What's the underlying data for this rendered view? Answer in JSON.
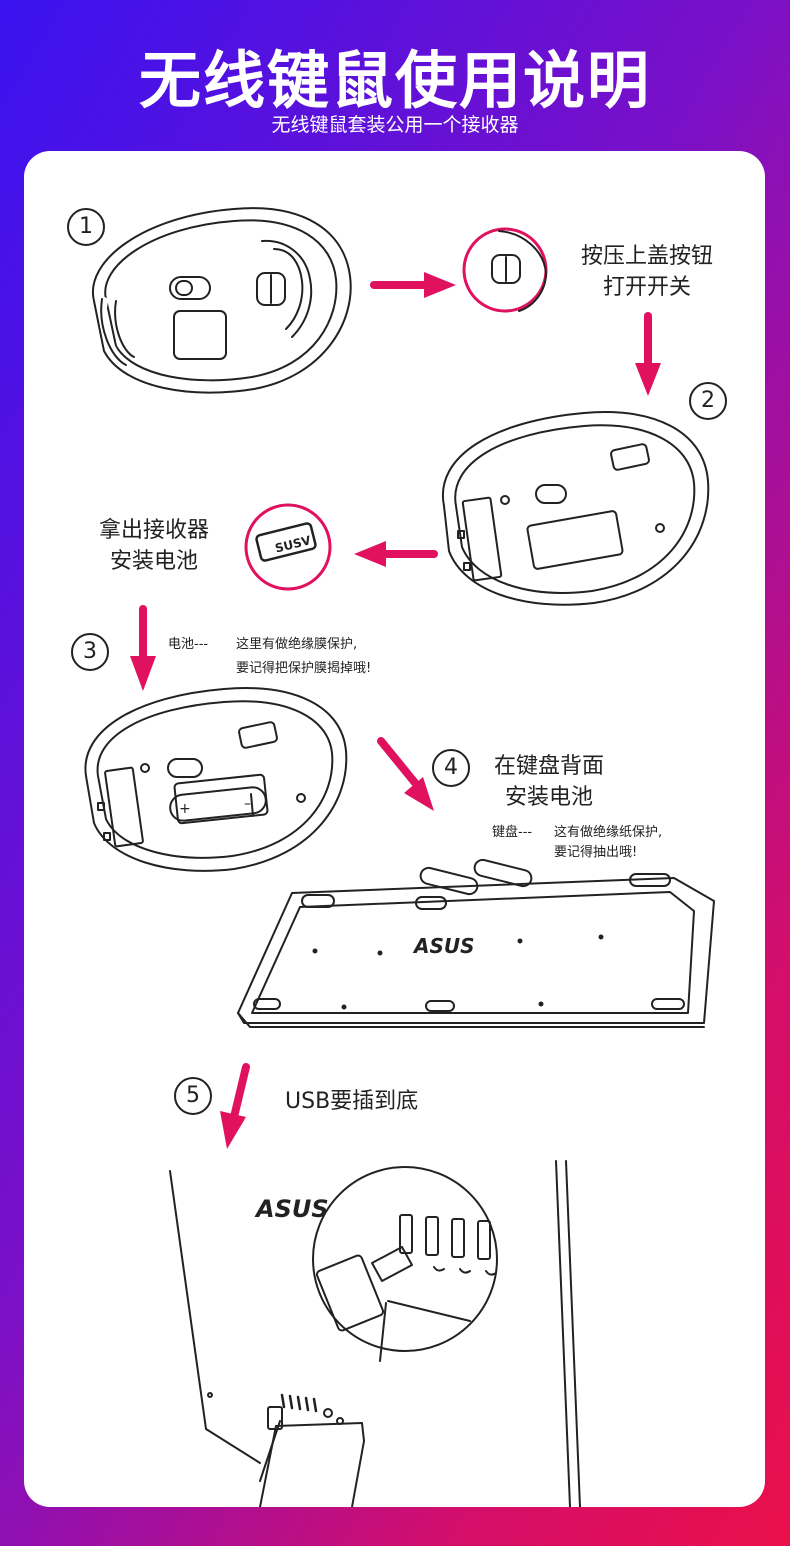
{
  "header": {
    "title": "无线键鼠使用说明",
    "subtitle": "无线键鼠套装公用一个接收器"
  },
  "steps": [
    {
      "number": "1",
      "label_lines": [
        "按压上盖按钮",
        "打开开关"
      ]
    },
    {
      "number": "2",
      "label_lines": [
        "拿出接收器",
        "安装电池"
      ]
    },
    {
      "number": "3",
      "note_prefix": "电池---",
      "note_lines": [
        "这里有做绝缘膜保护,",
        "要记得把保护膜揭掉哦!"
      ]
    },
    {
      "number": "4",
      "label_lines": [
        "在键盘背面",
        "安装电池"
      ],
      "note_prefix": "键盘---",
      "note_lines": [
        "这有做绝缘纸保护,",
        "要记得抽出哦!"
      ]
    },
    {
      "number": "5",
      "label": "USB要插到底"
    }
  ],
  "brand": {
    "logo_text": "ASUS"
  },
  "colors": {
    "accent": "#e0115f",
    "line": "#222222",
    "gradient_start": "#3a12f0",
    "gradient_end": "#ea0f4a"
  },
  "icons": [
    "mouse-bottom-icon",
    "switch-zoom-icon",
    "receiver-zoom-icon",
    "mouse-battery-icon",
    "keyboard-back-icon",
    "pc-usb-port-icon",
    "arrow-icon"
  ]
}
